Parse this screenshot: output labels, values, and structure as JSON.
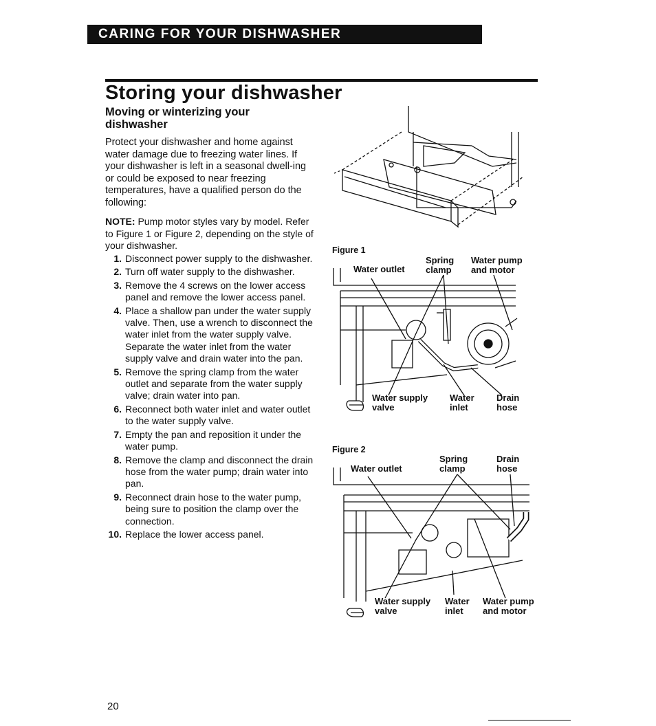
{
  "header": {
    "section_banner": "CARING FOR YOUR DISHWASHER"
  },
  "page": {
    "title": "Storing your dishwasher",
    "subtitle": "Moving or winterizing your dishwasher",
    "intro": "Protect your dishwasher and home against water damage due to freezing water lines. If your dishwasher is left in a seasonal dwell-ing or could be exposed to near freezing temperatures, have a qualified person do the following:",
    "note_label": "NOTE:",
    "note_text": " Pump motor styles vary by model. Refer to Figure 1 or Figure 2, depending on the style of your dishwasher.",
    "steps": [
      {
        "num": "1.",
        "text": "Disconnect power supply to the dishwasher."
      },
      {
        "num": "2.",
        "text": "Turn off water supply to the dishwasher."
      },
      {
        "num": "3.",
        "text": "Remove the 4 screws on the lower access panel and remove the lower access panel."
      },
      {
        "num": "4.",
        "text": "Place a shallow pan under the water supply valve. Then, use a wrench to disconnect the water inlet from the water supply valve. Separate the water inlet from the water supply valve and drain water into the pan."
      },
      {
        "num": "5.",
        "text": "Remove the spring clamp from the water outlet and separate from the water supply valve; drain water into pan."
      },
      {
        "num": "6.",
        "text": "Reconnect both water inlet and water outlet to the water supply valve."
      },
      {
        "num": "7.",
        "text": "Empty the pan and reposition it under the water pump."
      },
      {
        "num": "8.",
        "text": "Remove the clamp and disconnect the drain hose from the water pump; drain water into pan."
      },
      {
        "num": "9.",
        "text": "Reconnect drain hose to the water pump, being sure to position the clamp over the connection."
      },
      {
        "num": "10.",
        "text": "Replace the lower access panel."
      }
    ],
    "page_number": "20"
  },
  "figure1": {
    "label": "Figure 1",
    "water_outlet": "Water outlet",
    "spring_clamp": "Spring\nclamp",
    "water_pump_motor": "Water pump\nand motor",
    "water_supply_valve": "Water supply\nvalve",
    "water_inlet": "Water\ninlet",
    "drain_hose": "Drain\nhose"
  },
  "figure2": {
    "label": "Figure 2",
    "water_outlet": "Water outlet",
    "spring_clamp": "Spring\nclamp",
    "drain_hose": "Drain\nhose",
    "water_supply_valve": "Water supply\nvalve",
    "water_inlet": "Water\ninlet",
    "water_pump_motor": "Water pump\nand motor"
  }
}
